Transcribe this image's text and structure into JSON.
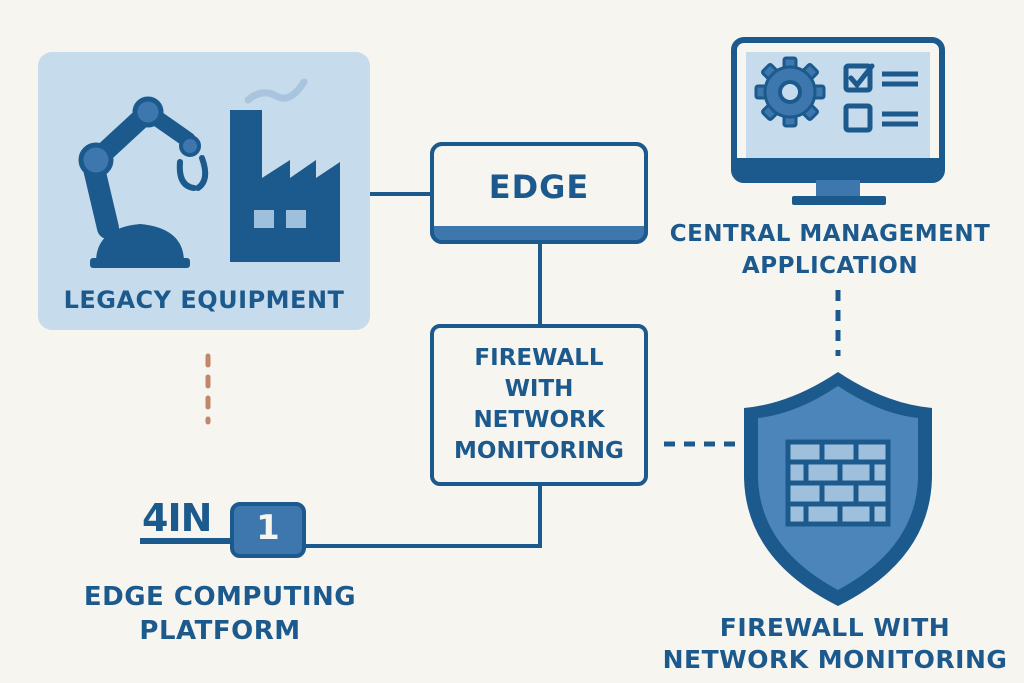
{
  "colors": {
    "background": "#f7f5ef",
    "primary": "#1c5a8e",
    "mid": "#3d77ad",
    "light": "#c6dbeb",
    "dotted_accent": "#c2866b"
  },
  "legacy": {
    "label": "LEGACY EQUIPMENT",
    "icons": [
      "robot-arm-icon",
      "factory-icon"
    ]
  },
  "edge": {
    "label": "EDGE"
  },
  "firewall_box": {
    "label_lines": [
      "FIREWALL",
      "WITH",
      "NETWORK",
      "MONITORING"
    ]
  },
  "platform": {
    "logo_text": "4IN",
    "logo_digit": "1",
    "label_lines": [
      "EDGE COMPUTING",
      "PLATFORM"
    ]
  },
  "central": {
    "label_lines": [
      "CENTRAL MANAGEMENT",
      "APPLICATION"
    ],
    "icons": [
      "monitor-icon",
      "gear-icon",
      "checklist-icon"
    ]
  },
  "shield": {
    "label_lines": [
      "FIREWALL WITH",
      "NETWORK MONITORING"
    ],
    "icons": [
      "shield-icon",
      "brick-wall-icon"
    ]
  }
}
